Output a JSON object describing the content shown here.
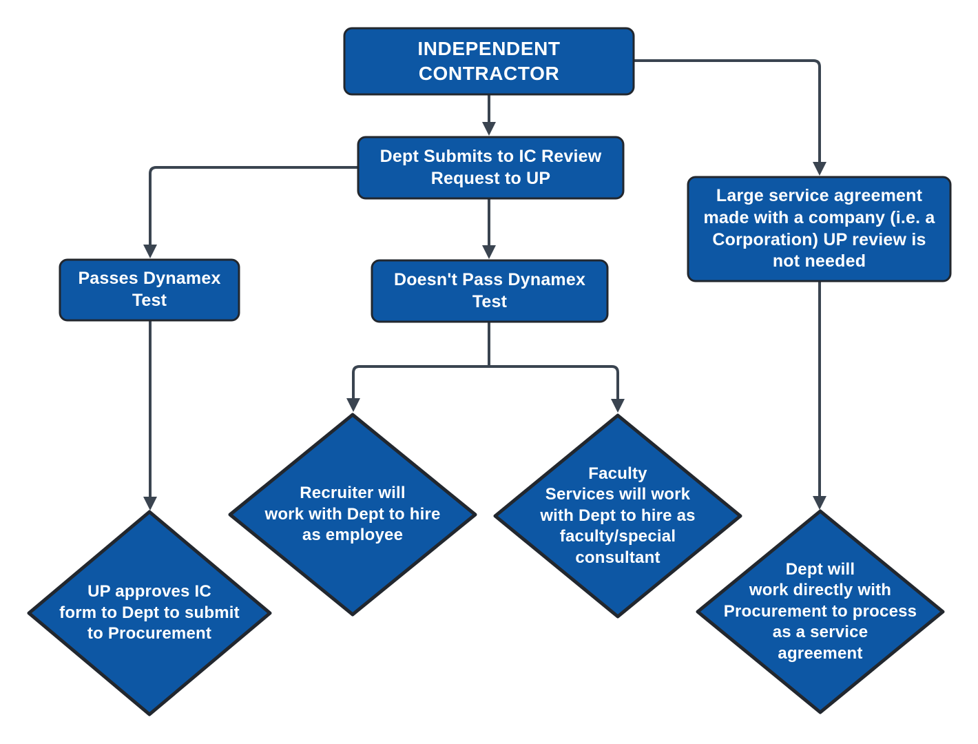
{
  "diagram": {
    "type": "flowchart",
    "background": "#ffffff",
    "colors": {
      "node_fill": "#0d57a4",
      "node_border": "#22272e",
      "connector": "#3a4450",
      "text": "#ffffff"
    },
    "nodes": {
      "independent_contractor": {
        "shape": "rectangle",
        "label": "INDEPENDENT\nCONTRACTOR"
      },
      "dept_submits": {
        "shape": "rectangle",
        "label": "Dept Submits to IC Review\nRequest to UP"
      },
      "large_service_agreement": {
        "shape": "rectangle",
        "label": "Large service agreement\nmade with a company (i.e. a\nCorporation) UP review is\nnot needed"
      },
      "passes_dynamex": {
        "shape": "rectangle",
        "label": "Passes Dynamex\nTest"
      },
      "doesnt_pass_dynamex": {
        "shape": "rectangle",
        "label": "Doesn't Pass Dynamex\nTest"
      },
      "up_approves": {
        "shape": "diamond",
        "label": "UP approves IC\nform to Dept to submit\nto Procurement"
      },
      "recruiter_hire": {
        "shape": "diamond",
        "label": "Recruiter will\nwork with Dept to hire\nas employee"
      },
      "faculty_services_hire": {
        "shape": "diamond",
        "label": "Faculty\nServices will work\nwith Dept to hire as\nfaculty/special\nconsultant"
      },
      "dept_procurement": {
        "shape": "diamond",
        "label": "Dept will\nwork directly with\nProcurement to process\nas a service\nagreement"
      }
    },
    "edges": [
      {
        "from": "independent_contractor",
        "to": "dept_submits"
      },
      {
        "from": "independent_contractor",
        "to": "large_service_agreement"
      },
      {
        "from": "dept_submits",
        "to": "passes_dynamex"
      },
      {
        "from": "dept_submits",
        "to": "doesnt_pass_dynamex"
      },
      {
        "from": "doesnt_pass_dynamex",
        "to": "recruiter_hire"
      },
      {
        "from": "doesnt_pass_dynamex",
        "to": "faculty_services_hire"
      },
      {
        "from": "passes_dynamex",
        "to": "up_approves"
      },
      {
        "from": "large_service_agreement",
        "to": "dept_procurement"
      }
    ]
  }
}
